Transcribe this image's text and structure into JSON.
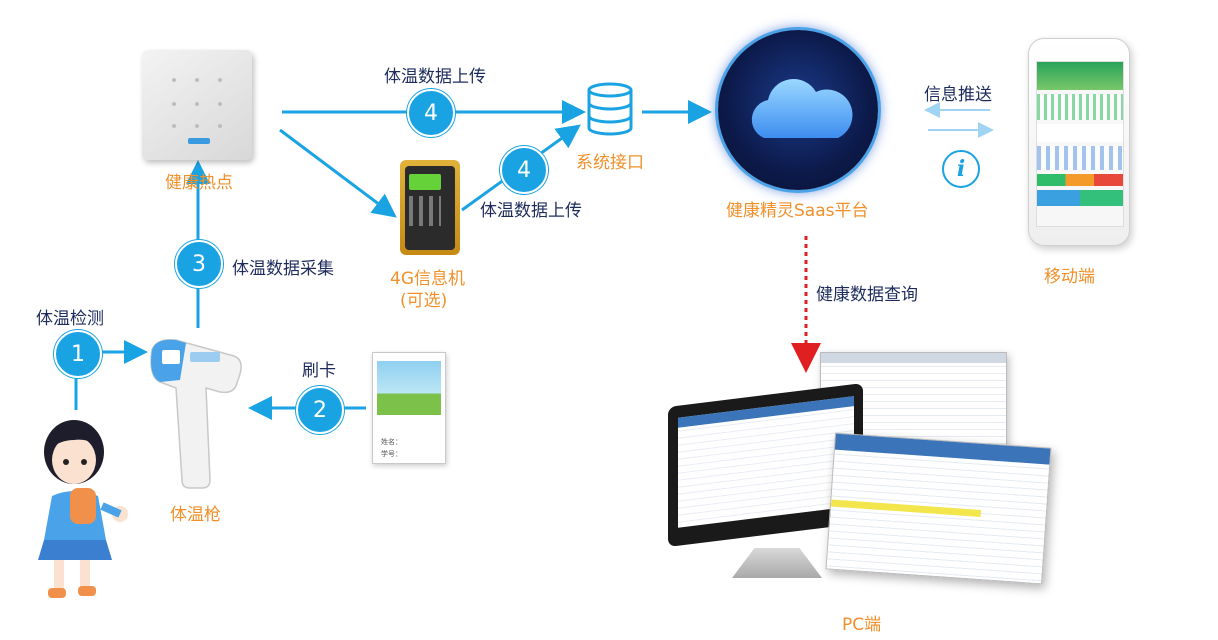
{
  "nodes": {
    "hotspot": "健康热点",
    "info_terminal_line1": "4G信息机",
    "info_terminal_line2": "(可选)",
    "system_interface": "系统接口",
    "platform": "健康精灵Saas平台",
    "mobile": "移动端",
    "thermometer": "体温枪",
    "pc": "PC端"
  },
  "edges": {
    "upload_top": "体温数据上传",
    "upload_mid": "体温数据上传",
    "collect": "体温数据采集",
    "detect": "体温检测",
    "swipe": "刷卡",
    "push": "信息推送",
    "query": "健康数据查询"
  },
  "steps": {
    "s1": "1",
    "s2": "2",
    "s3": "3",
    "s4a": "4",
    "s4b": "4"
  },
  "card": {
    "name_label": "姓名：",
    "id_label": "学号："
  },
  "info_icon": "i",
  "colors": {
    "arrow": "#1aa3e3",
    "node_label": "#f0902a",
    "edge_label": "#1d2c5c",
    "query_arrow": "#e02020"
  }
}
